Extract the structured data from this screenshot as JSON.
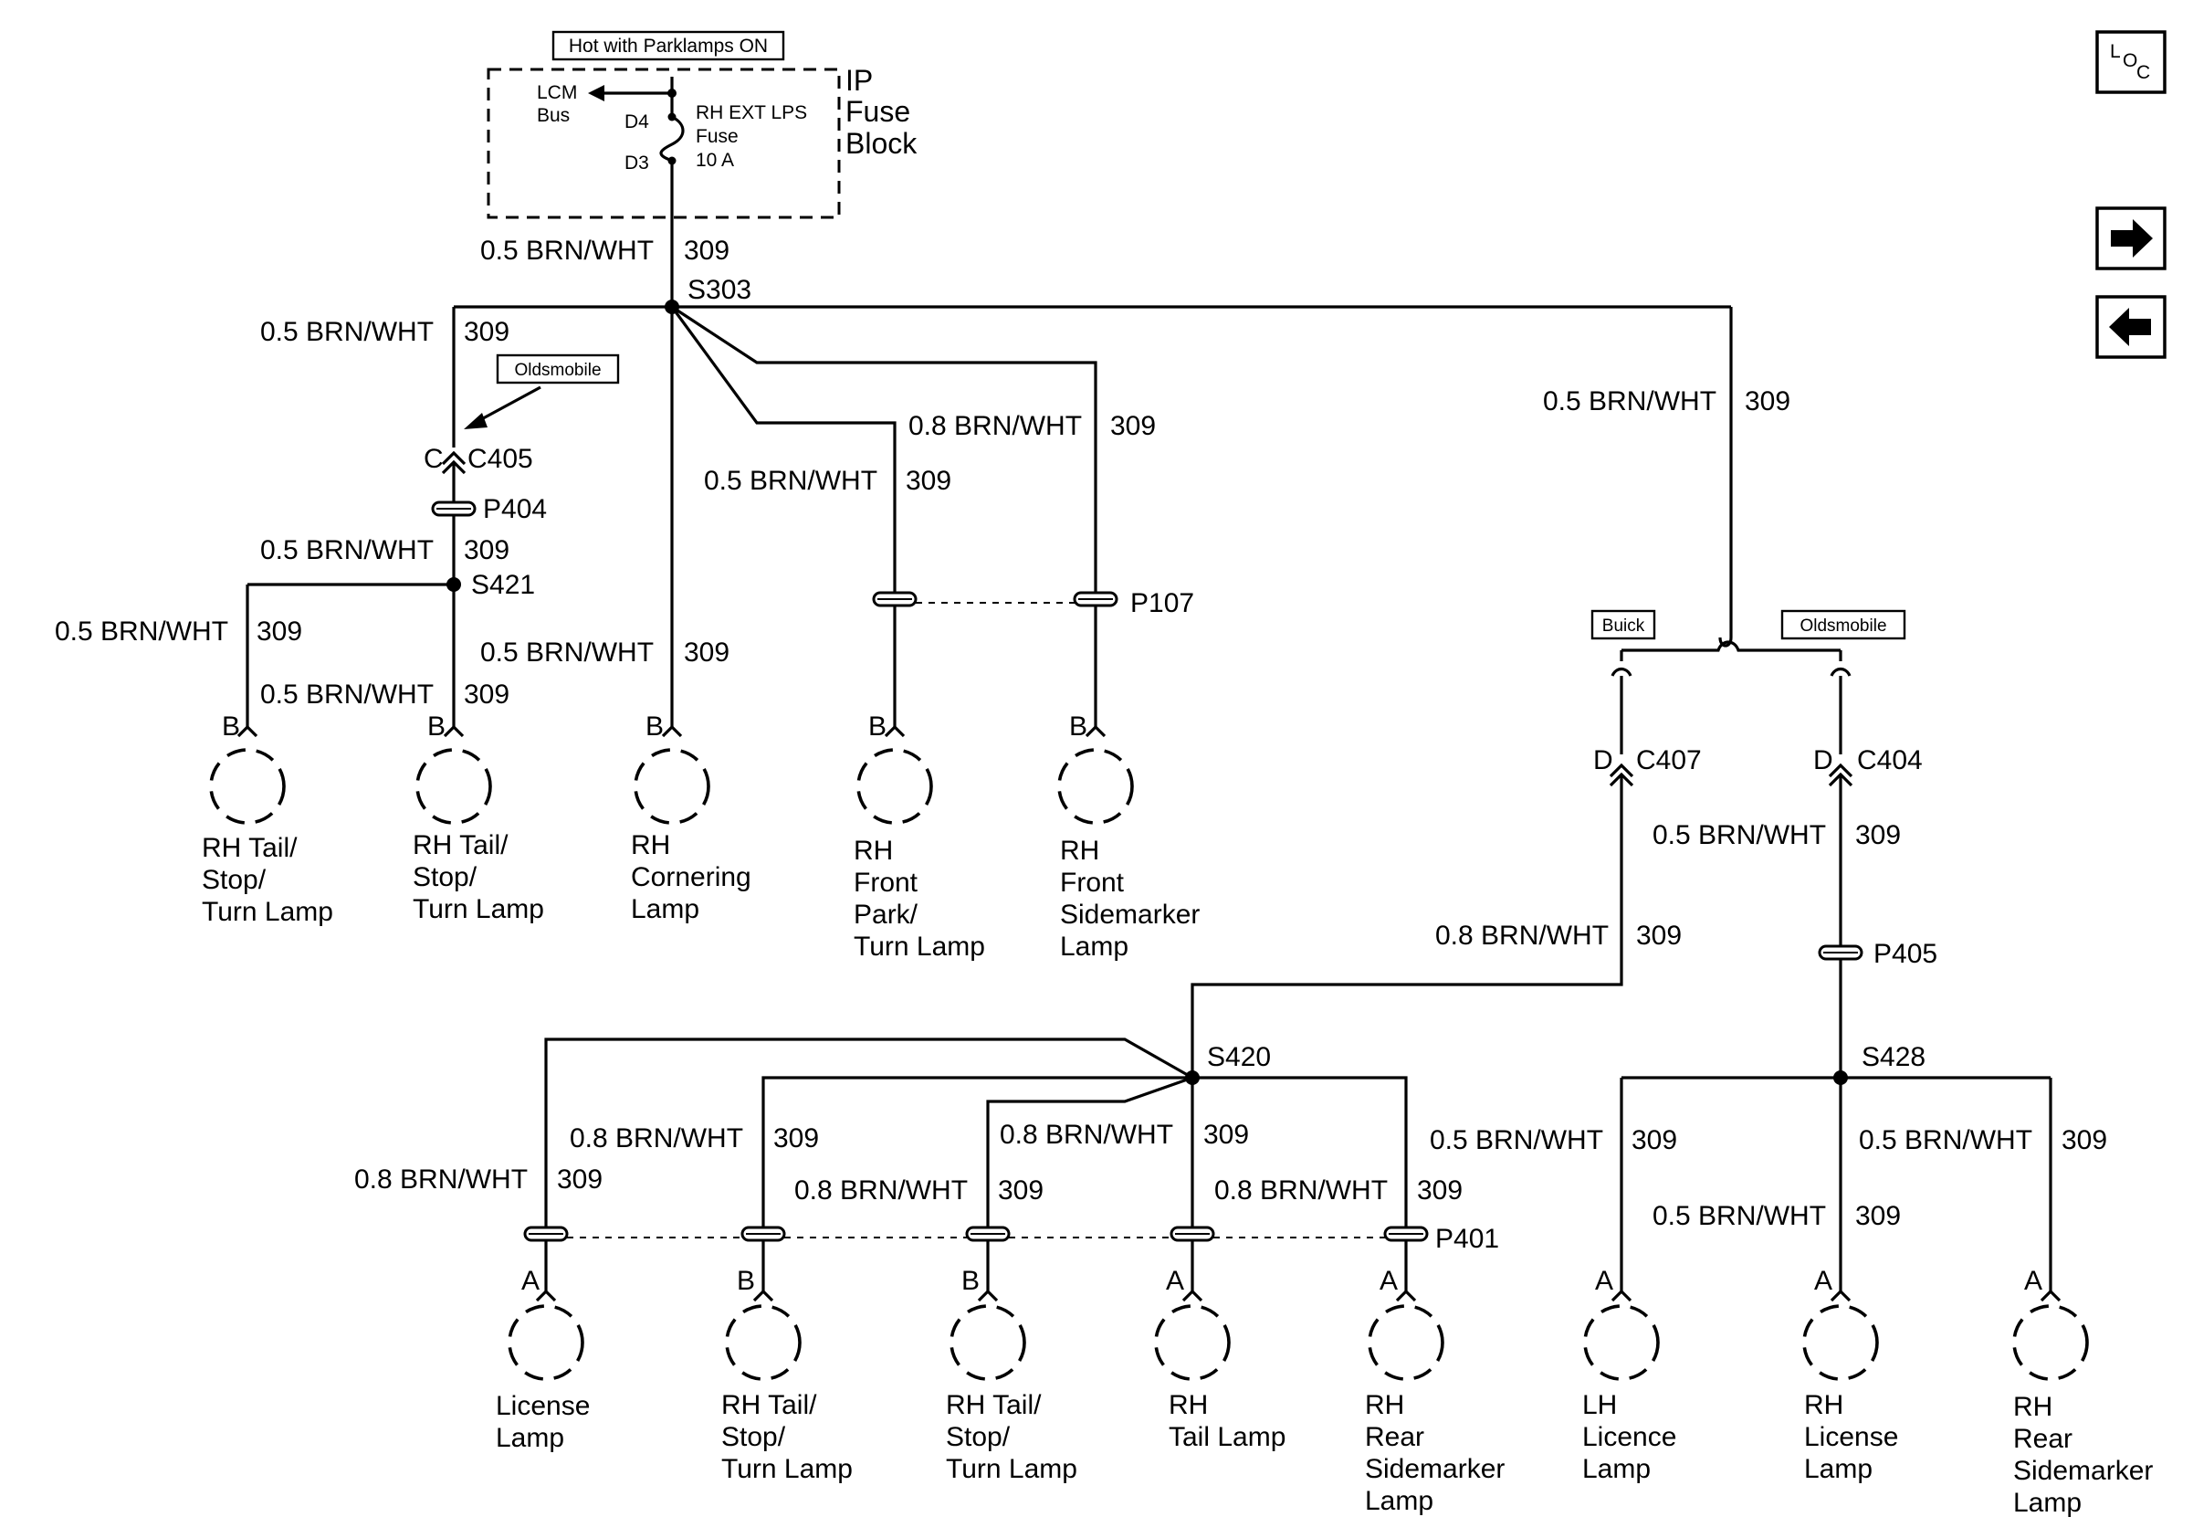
{
  "fuse_block": {
    "condition": "Hot with Parklamps ON",
    "name": [
      "IP",
      "Fuse",
      "Block"
    ],
    "lcm": [
      "LCM",
      "Bus"
    ],
    "fuse": [
      "RH EXT LPS",
      "Fuse",
      "10 A"
    ],
    "pin_in": "D4",
    "pin_out": "D3"
  },
  "nav": {
    "loc": [
      "L",
      "O",
      "C"
    ],
    "next_icon": "arrow-right-icon",
    "prev_icon": "arrow-left-icon"
  },
  "splices": {
    "s303": "S303",
    "s421": "S421",
    "s420": "S420",
    "s428": "S428"
  },
  "connectors": {
    "c405_pin": "C",
    "c405": "C405",
    "c407_pin": "D",
    "c407": "C407",
    "c404_pin": "D",
    "c404": "C404",
    "p404": "P404",
    "p107": "P107",
    "p405": "P405",
    "p401": "P401"
  },
  "option_tags": {
    "oldsmobile_left": "Oldsmobile",
    "buick": "Buick",
    "oldsmobile_right": "Oldsmobile"
  },
  "wires": [
    {
      "id": "w-fuse-out",
      "size": "0.5 BRN/WHT",
      "circuit": "309"
    },
    {
      "id": "w-left-down",
      "size": "0.5 BRN/WHT",
      "circuit": "309"
    },
    {
      "id": "w-right-long",
      "size": "0.5 BRN/WHT",
      "circuit": "309"
    },
    {
      "id": "w-after-p404",
      "size": "0.5 BRN/WHT",
      "circuit": "309"
    },
    {
      "id": "w-tail1",
      "size": "0.5 BRN/WHT",
      "circuit": "309"
    },
    {
      "id": "w-tail2",
      "size": "0.5 BRN/WHT",
      "circuit": "309"
    },
    {
      "id": "w-cornering",
      "size": "0.5 BRN/WHT",
      "circuit": "309"
    },
    {
      "id": "w-park",
      "size": "0.5 BRN/WHT",
      "circuit": "309"
    },
    {
      "id": "w-sidemarker",
      "size": "0.8 BRN/WHT",
      "circuit": "309"
    },
    {
      "id": "w-c407",
      "size": "0.8 BRN/WHT",
      "circuit": "309"
    },
    {
      "id": "w-c404",
      "size": "0.5 BRN/WHT",
      "circuit": "309"
    },
    {
      "id": "w-r-license",
      "size": "0.8 BRN/WHT",
      "circuit": "309"
    },
    {
      "id": "w-r-tail1",
      "size": "0.8 BRN/WHT",
      "circuit": "309"
    },
    {
      "id": "w-r-tail2",
      "size": "0.8 BRN/WHT",
      "circuit": "309"
    },
    {
      "id": "w-r-tail",
      "size": "0.8 BRN/WHT",
      "circuit": "309"
    },
    {
      "id": "w-r-side",
      "size": "0.8 BRN/WHT",
      "circuit": "309"
    },
    {
      "id": "w-lh-lic",
      "size": "0.5 BRN/WHT",
      "circuit": "309"
    },
    {
      "id": "w-rh-lic",
      "size": "0.5 BRN/WHT",
      "circuit": "309"
    },
    {
      "id": "w-rh-side2",
      "size": "0.5 BRN/WHT",
      "circuit": "309"
    }
  ],
  "lamps": [
    {
      "id": "rh-tail-stop-turn-1",
      "pin": "B",
      "label": [
        "RH Tail/",
        "Stop/",
        "Turn Lamp"
      ]
    },
    {
      "id": "rh-tail-stop-turn-2",
      "pin": "B",
      "label": [
        "RH Tail/",
        "Stop/",
        "Turn Lamp"
      ]
    },
    {
      "id": "rh-cornering",
      "pin": "B",
      "label": [
        "RH",
        "Cornering",
        "Lamp"
      ]
    },
    {
      "id": "rh-front-park-turn",
      "pin": "B",
      "label": [
        "RH",
        "Front",
        "Park/",
        "Turn Lamp"
      ]
    },
    {
      "id": "rh-front-sidemarker",
      "pin": "B",
      "label": [
        "RH",
        "Front",
        "Sidemarker",
        "Lamp"
      ]
    },
    {
      "id": "license-lamp",
      "pin": "A",
      "label": [
        "License",
        "Lamp"
      ]
    },
    {
      "id": "rear-rh-tail-stop-turn-1",
      "pin": "B",
      "label": [
        "RH Tail/",
        "Stop/",
        "Turn Lamp"
      ]
    },
    {
      "id": "rear-rh-tail-stop-turn-2",
      "pin": "B",
      "label": [
        "RH Tail/",
        "Stop/",
        "Turn Lamp"
      ]
    },
    {
      "id": "rh-tail-lamp",
      "pin": "A",
      "label": [
        "RH",
        "Tail Lamp"
      ]
    },
    {
      "id": "rh-rear-sidemarker-1",
      "pin": "A",
      "label": [
        "RH",
        "Rear",
        "Sidemarker",
        "Lamp"
      ]
    },
    {
      "id": "lh-licence-lamp",
      "pin": "A",
      "label": [
        "LH",
        "Licence",
        "Lamp"
      ]
    },
    {
      "id": "rh-license-lamp",
      "pin": "A",
      "label": [
        "RH",
        "License",
        "Lamp"
      ]
    },
    {
      "id": "rh-rear-sidemarker-2",
      "pin": "A",
      "label": [
        "RH",
        "Rear",
        "Sidemarker",
        "Lamp"
      ]
    }
  ]
}
